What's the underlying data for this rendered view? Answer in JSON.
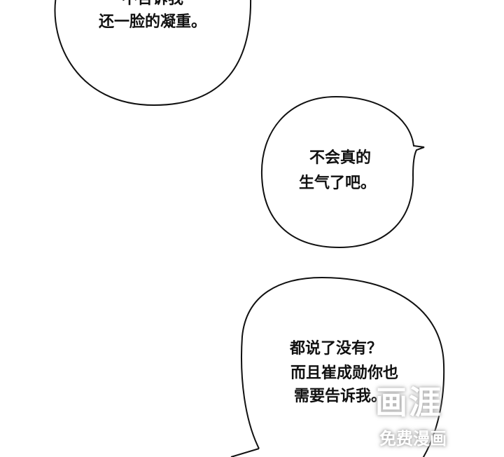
{
  "panel": {
    "bubble_top": {
      "lines": [
        "不告诉我",
        "还一脸的凝重。"
      ]
    },
    "bubble_middle": {
      "lines": [
        "不会真的",
        "生气了吧。"
      ]
    },
    "bubble_bottom": {
      "lines": [
        "都说了没有？",
        "而且崔成勋你也",
        "需要告诉我。"
      ]
    }
  },
  "watermark": {
    "logo": "画涯",
    "tagline": "免费漫画"
  },
  "colors": {
    "background": "#ffffff",
    "ink": "#111111"
  }
}
